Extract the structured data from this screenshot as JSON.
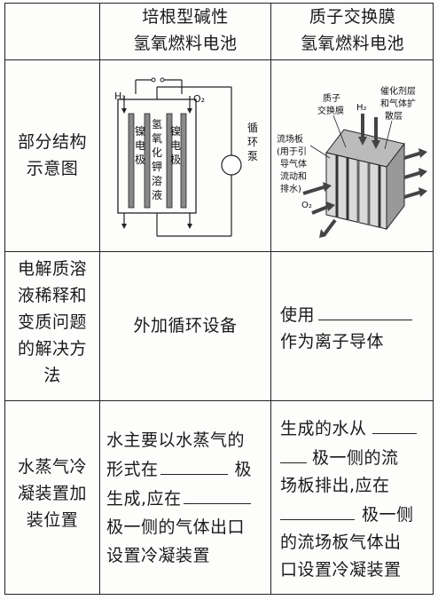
{
  "header": {
    "col_alkaline": [
      "培根型碱性",
      "氢氧燃料电池"
    ],
    "col_pem": [
      "质子交换膜",
      "氢氧燃料电池"
    ]
  },
  "rows": {
    "structure": {
      "label": [
        "部分结构",
        "示意图"
      ]
    },
    "electrolyte": {
      "label": [
        "电解质溶",
        "液稀释和",
        "变质问题",
        "的解决方",
        "法"
      ],
      "alkaline": "外加循环设备",
      "pem_line1_prefix": "使用",
      "pem_line2": "作为离子导体"
    },
    "condenser": {
      "label": [
        "水蒸气冷",
        "凝装置加",
        "装位置"
      ],
      "alkaline": {
        "l1": "水主要以水蒸气的",
        "l2_prefix": "形式在",
        "l2_suffix": "极",
        "l3": "生成,应在",
        "l4": "极一侧的气体出口",
        "l5": "设置冷凝装置"
      },
      "pem": {
        "l1": "生成的水从",
        "l2": "极一侧的流",
        "l3": "场板排出,应在",
        "l4": "极一侧",
        "l5": "的流场板气体出",
        "l6": "口设置冷凝装置"
      }
    }
  },
  "diagram_alkaline": {
    "h2": "H₂",
    "o2": "O₂",
    "left_electrode": [
      "镍",
      "电",
      "极"
    ],
    "right_electrode": [
      "镍",
      "电",
      "极"
    ],
    "solution": [
      "氢",
      "氧",
      "化",
      "钾",
      "溶",
      "液"
    ],
    "pump": [
      "循",
      "环",
      "泵"
    ]
  },
  "diagram_pem": {
    "membrane": [
      "质子",
      "交换膜"
    ],
    "catalyst": [
      "催化剂层",
      "和气体扩",
      "散层"
    ],
    "h2": "H₂",
    "o2": "O₂",
    "flow_plate": [
      "流场板",
      "(用于引",
      "导气体",
      "流动和",
      "排水)"
    ]
  }
}
